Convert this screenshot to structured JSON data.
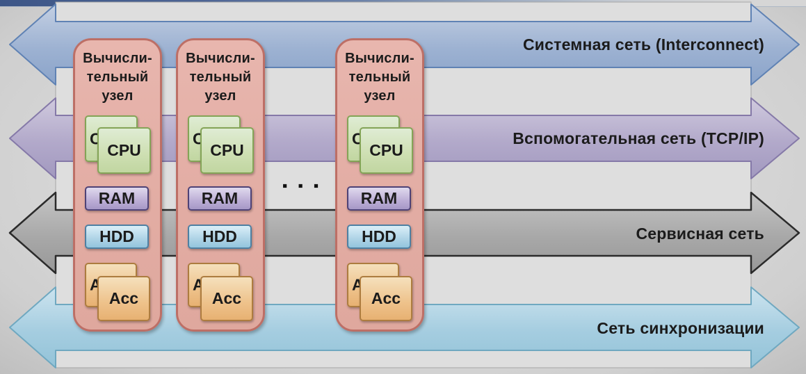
{
  "diagram_title": "Cluster compute-node networks diagram",
  "ellipsis": "▪▪▪",
  "nodes": [
    {
      "title_lines": [
        "Вычисли-",
        "тельный",
        "узел"
      ],
      "components": {
        "cpu": "CPU",
        "ram": "RAM",
        "hdd": "HDD",
        "acc": "Acc"
      }
    },
    {
      "title_lines": [
        "Вычисли-",
        "тельный",
        "узел"
      ],
      "components": {
        "cpu": "CPU",
        "ram": "RAM",
        "hdd": "HDD",
        "acc": "Acc"
      }
    },
    {
      "title_lines": [
        "Вычисли-",
        "тельный",
        "узел"
      ],
      "components": {
        "cpu": "CPU",
        "ram": "RAM",
        "hdd": "HDD",
        "acc": "Acc"
      }
    }
  ],
  "networks": [
    {
      "label": "Системная сеть (Interconnect)",
      "color": "#8aa3c9",
      "border": "#5f82b4"
    },
    {
      "label": "Вспомогательная сеть (TCP/IP)",
      "color": "#a59cc1",
      "border": "#8579a8"
    },
    {
      "label": "Сервисная сеть",
      "color": "#9b9b9b",
      "border": "#2b2b2b"
    },
    {
      "label": "Сеть синхронизации",
      "color": "#97c5d9",
      "border": "#6fa8c0"
    }
  ],
  "component_colors": {
    "cpu": "#c9dcab",
    "ram": "#b3a5cf",
    "hdd": "#a9d0e4",
    "acc": "#eec28b",
    "node": "#e2aca3"
  }
}
